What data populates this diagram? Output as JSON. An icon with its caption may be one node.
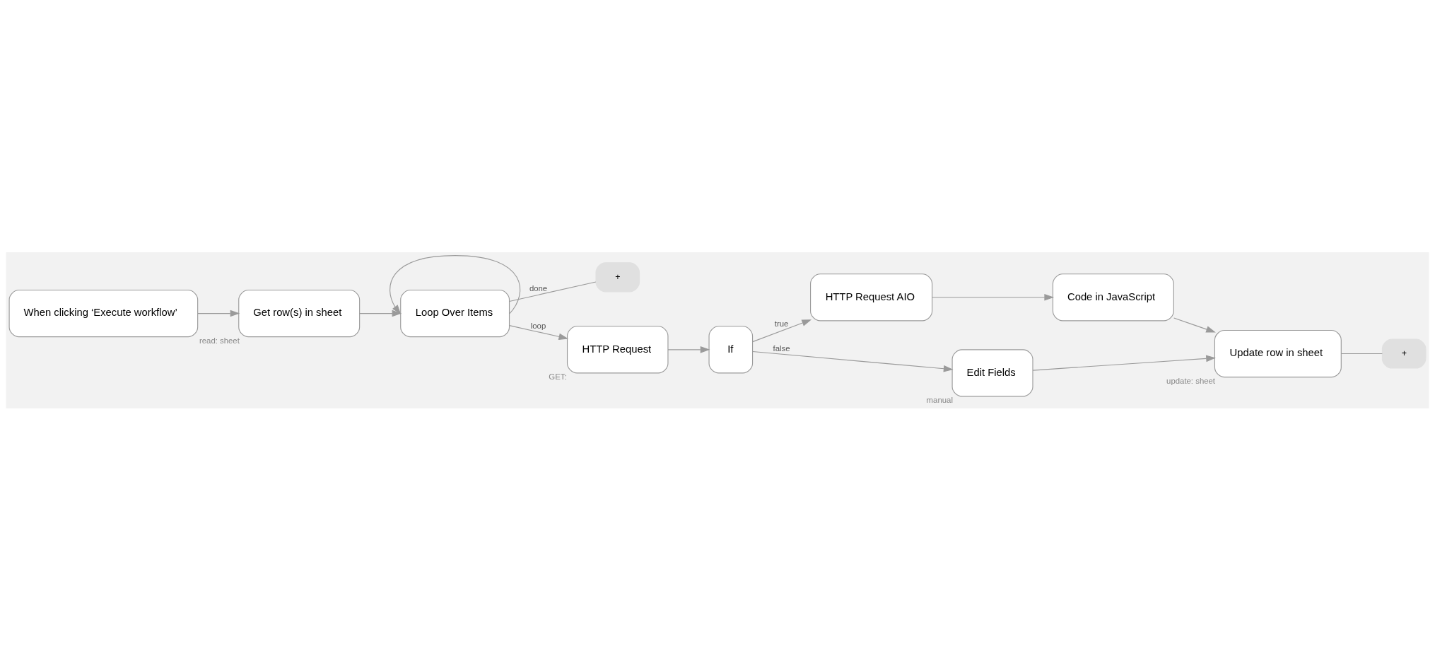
{
  "diagram": {
    "nodes": [
      {
        "text": [
          "When clicking ‘Execute workflow’"
        ]
      },
      {
        "text": [
          "Get row(s) in sheet"
        ],
        "beside": [
          "read: sheet"
        ]
      },
      {
        "text": [
          "Loop Over Items"
        ]
      },
      {
        "text": [
          "+"
        ]
      },
      {
        "text": [
          "HTTP Request"
        ],
        "beside": [
          "GET:"
        ]
      },
      {
        "text": [
          "If"
        ]
      },
      {
        "text": [
          "HTTP Request AIO"
        ]
      },
      {
        "text": [
          "Code in JavaScript"
        ]
      },
      {
        "text": [
          "Edit Fields"
        ],
        "beside": [
          "manual"
        ]
      },
      {
        "text": [
          "Update row in sheet"
        ],
        "beside": [
          "update: sheet"
        ]
      },
      {
        "text": [
          "+"
        ]
      }
    ],
    "edges": [
      {
        "from": 0,
        "to": 1,
        "arrow": "to"
      },
      {
        "from": 1,
        "to": 2,
        "arrow": "to"
      },
      {
        "from": 2,
        "to": 3,
        "label": "done",
        "arrow": "none"
      },
      {
        "from": 2,
        "to": 4,
        "label": "loop",
        "arrow": "to"
      },
      {
        "from": 2,
        "to": 2,
        "arrow": "to"
      },
      {
        "from": 4,
        "to": 5,
        "arrow": "to"
      },
      {
        "from": 5,
        "to": 6,
        "label": "true",
        "arrow": "to"
      },
      {
        "from": 5,
        "to": 8,
        "label": "false",
        "arrow": "to"
      },
      {
        "from": 6,
        "to": 7,
        "arrow": "to"
      },
      {
        "from": 7,
        "to": 9,
        "arrow": "to"
      },
      {
        "from": 8,
        "to": 9,
        "arrow": "to"
      },
      {
        "from": 9,
        "to": 10,
        "arrow": "none"
      }
    ]
  }
}
